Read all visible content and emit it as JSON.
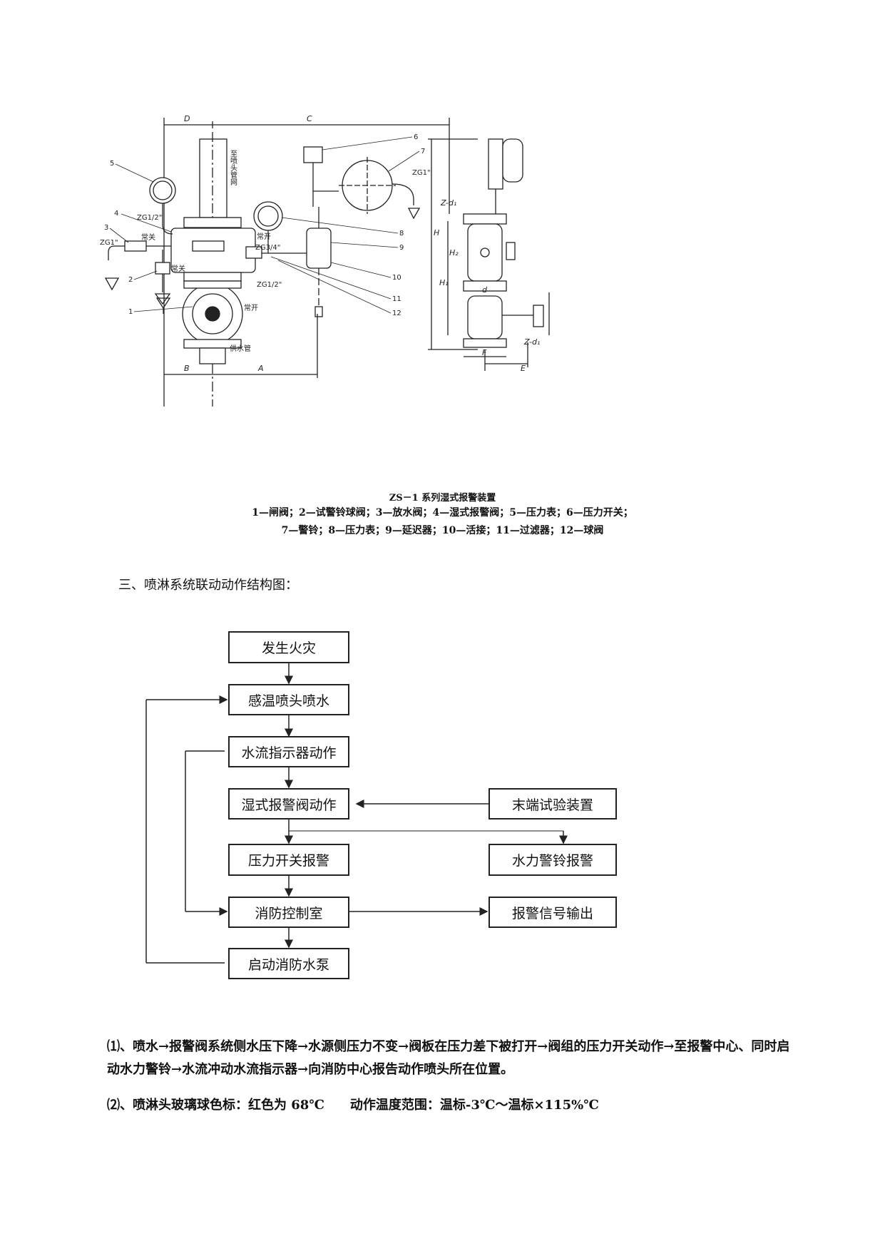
{
  "drawing": {
    "dims": {
      "D": "D",
      "C": "C",
      "B": "B",
      "A": "A",
      "E": "E",
      "F": "F",
      "H": "H",
      "H1": "H₁",
      "H2": "H₂",
      "d": "d",
      "Zd1": "Z-d₁"
    },
    "callouts": [
      "1",
      "2",
      "3",
      "4",
      "5",
      "6",
      "7",
      "8",
      "9",
      "10",
      "11",
      "12"
    ],
    "labels": {
      "zg1_left": "ZG1\"",
      "zg12_top": "ZG1/2\"",
      "zg34": "ZG3/4\"",
      "zg12_bottom": "ZG1/2\"",
      "zg1_right": "ZG1\"",
      "normally_closed_1": "常关",
      "normally_closed_2": "常关",
      "normally_open_1": "常开",
      "normally_open_2": "常开",
      "supply_pipe": "供水管",
      "to_sprinkler": "至喷头管网"
    }
  },
  "caption": {
    "title": "ZS－1 系列湿式报警装置",
    "line1": "1—闸阀；2—试警铃球阀；3—放水阀；4—湿式报警阀；5—压力表；6—压力开关；",
    "line2": "7—警铃；8—压力表；9—延迟器；10—活接；11—过滤器；12—球阀"
  },
  "section_heading": "三、喷淋系统联动动作结构图：",
  "flowchart": {
    "fire": "发生火灾",
    "sprinkler": "感温喷头喷水",
    "flow_indicator": "水流指示器动作",
    "alarm_valve": "湿式报警阀动作",
    "end_test": "末端试验装置",
    "pressure_switch": "压力开关报警",
    "water_bell": "水力警铃报警",
    "control_room": "消防控制室",
    "alarm_output": "报警信号输出",
    "pump": "启动消防水泵"
  },
  "paragraphs": {
    "p1": "⑴、喷水→报警阀系统侧水压下降→水源侧压力不变→阀板在压力差下被打开→阀组的压力开关动作→至报警中心、同时启动水力警铃→水流冲动水流指示器→向消防中心报告动作喷头所在位置。",
    "p2a": "⑵、喷淋头玻璃球色标：红色为 68℃",
    "p2b": "动作温度范围：温标-3℃～温标×115%℃"
  }
}
